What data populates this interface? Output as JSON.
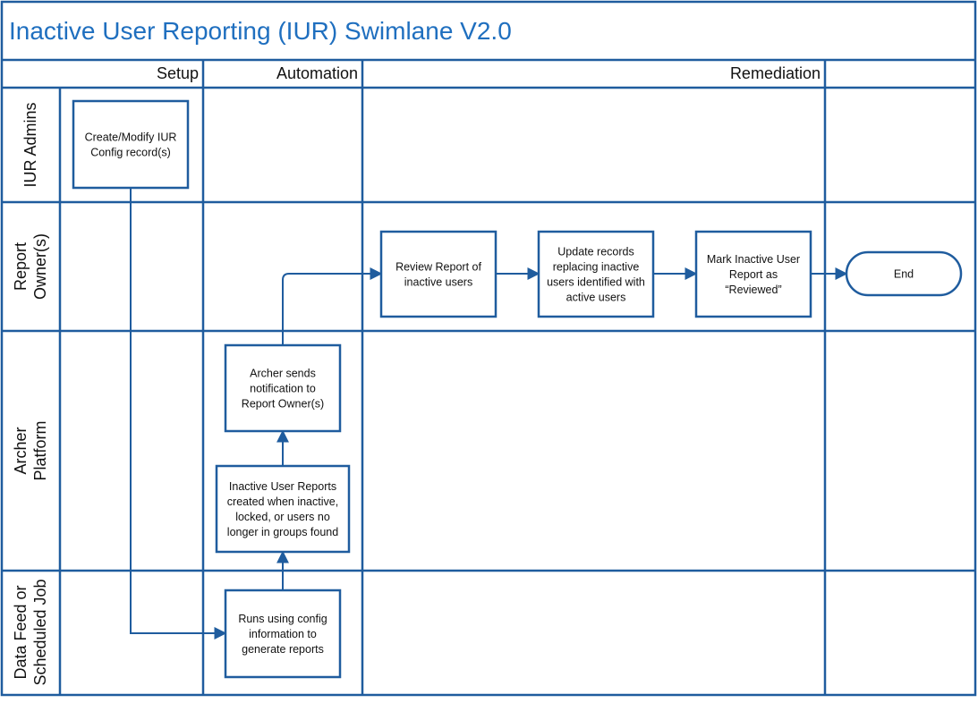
{
  "title": "Inactive User Reporting (IUR) Swimlane V2.0",
  "colors": {
    "frame": "#1f5c9e",
    "title_text": "#1f6fbf",
    "text": "#111111",
    "background": "#ffffff"
  },
  "phases": [
    {
      "id": "setup",
      "label": "Setup"
    },
    {
      "id": "automation",
      "label": "Automation"
    },
    {
      "id": "remediation",
      "label": "Remediation"
    },
    {
      "id": "end",
      "label": ""
    }
  ],
  "lanes": [
    {
      "id": "iur-admins",
      "lines": [
        "IUR Admins"
      ]
    },
    {
      "id": "report-owners",
      "lines": [
        "Report",
        "Owner(s)"
      ]
    },
    {
      "id": "archer-platform",
      "lines": [
        "Archer",
        "Platform"
      ]
    },
    {
      "id": "data-feed",
      "lines": [
        "Data Feed or",
        "Scheduled Job"
      ]
    }
  ],
  "nodes": [
    {
      "id": "create-config",
      "shape": "rect",
      "lines": [
        "Create/Modify IUR",
        "Config record(s)"
      ]
    },
    {
      "id": "runs-config",
      "shape": "rect",
      "lines": [
        "Runs using config",
        "information to",
        "generate reports"
      ]
    },
    {
      "id": "reports-created",
      "shape": "rect",
      "lines": [
        "Inactive User Reports",
        "created when inactive,",
        "locked, or users no",
        "longer in groups found"
      ]
    },
    {
      "id": "archer-sends",
      "shape": "rect",
      "lines": [
        "Archer sends",
        "notification to",
        "Report Owner(s)"
      ]
    },
    {
      "id": "review-report",
      "shape": "rect",
      "lines": [
        "Review Report of",
        "inactive users"
      ]
    },
    {
      "id": "update-records",
      "shape": "rect",
      "lines": [
        "Update records",
        "replacing inactive",
        "users identified with",
        "active users"
      ]
    },
    {
      "id": "mark-reviewed",
      "shape": "rect",
      "lines": [
        "Mark Inactive User",
        "Report as",
        "“Reviewed”"
      ]
    },
    {
      "id": "end",
      "shape": "terminal",
      "lines": [
        "End"
      ]
    }
  ],
  "edges": [
    {
      "from": "create-config",
      "to": "runs-config"
    },
    {
      "from": "runs-config",
      "to": "reports-created"
    },
    {
      "from": "reports-created",
      "to": "archer-sends"
    },
    {
      "from": "archer-sends",
      "to": "review-report"
    },
    {
      "from": "review-report",
      "to": "update-records"
    },
    {
      "from": "update-records",
      "to": "mark-reviewed"
    },
    {
      "from": "mark-reviewed",
      "to": "end"
    }
  ]
}
